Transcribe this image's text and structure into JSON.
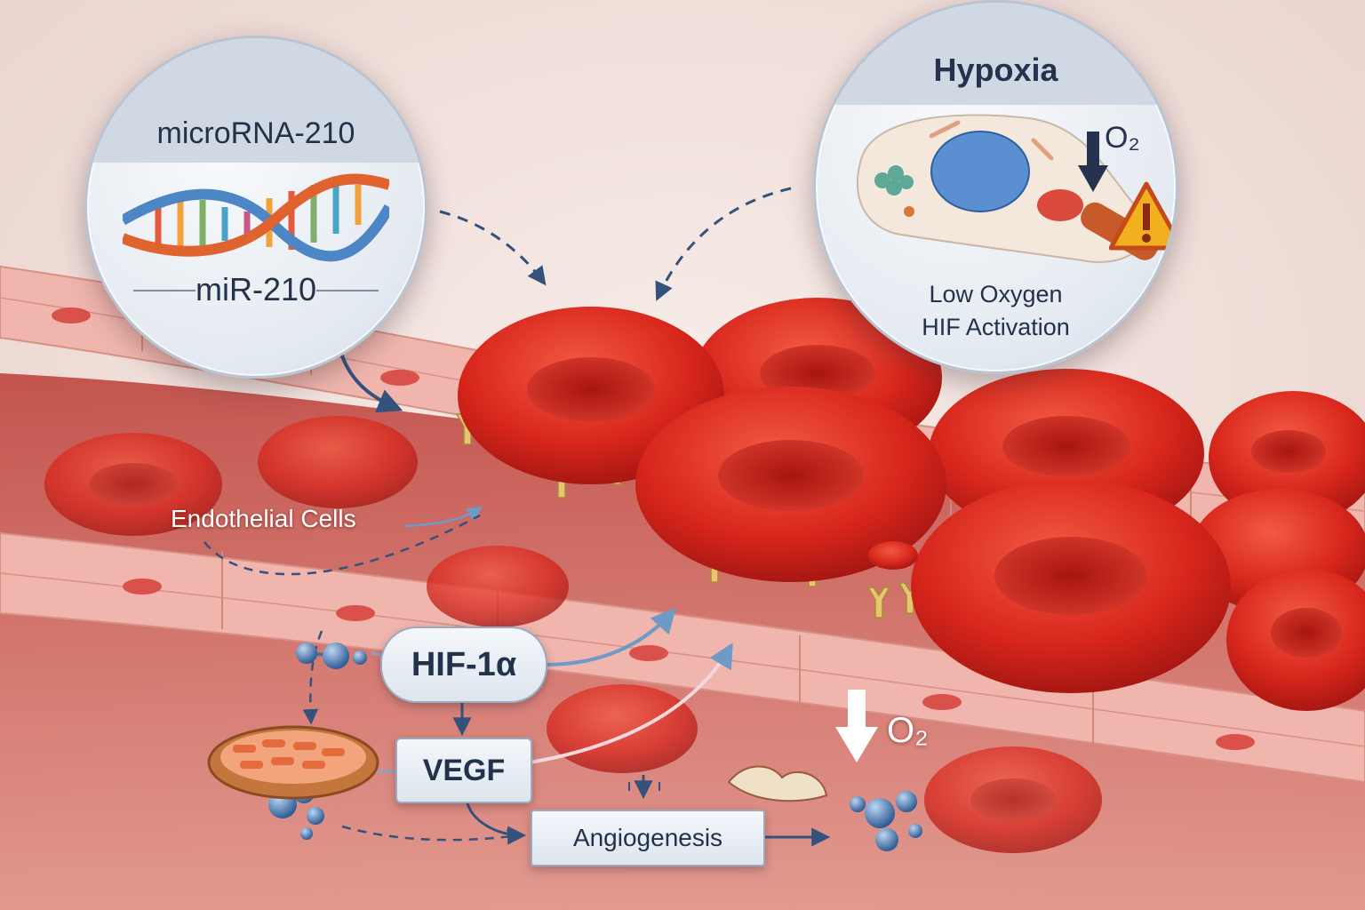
{
  "mir_callout": {
    "title": "microRNA-210",
    "short_name": "miR-210"
  },
  "hypoxia_callout": {
    "title": "Hypoxia",
    "oxygen": "O₂",
    "line1": "Low Oxygen",
    "line2": "HIF Activation"
  },
  "labels": {
    "endothelial": "Endothelial Cells",
    "oxygen_drop": "O₂"
  },
  "nodes": {
    "hif": "HIF-1α",
    "vegf": "VEGF",
    "angiogenesis": "Angiogenesis"
  },
  "colors": {
    "rbc": "#d8261c",
    "vessel_wall": "#f0b6ad",
    "callout": "#e4eaf1",
    "arrow": "#34527c",
    "warning": "#f2b01e"
  },
  "icons": [
    "dna-helix-icon",
    "cell-icon",
    "warning-icon",
    "mitochondrion-icon",
    "molecule-icon",
    "down-arrow-icon"
  ]
}
